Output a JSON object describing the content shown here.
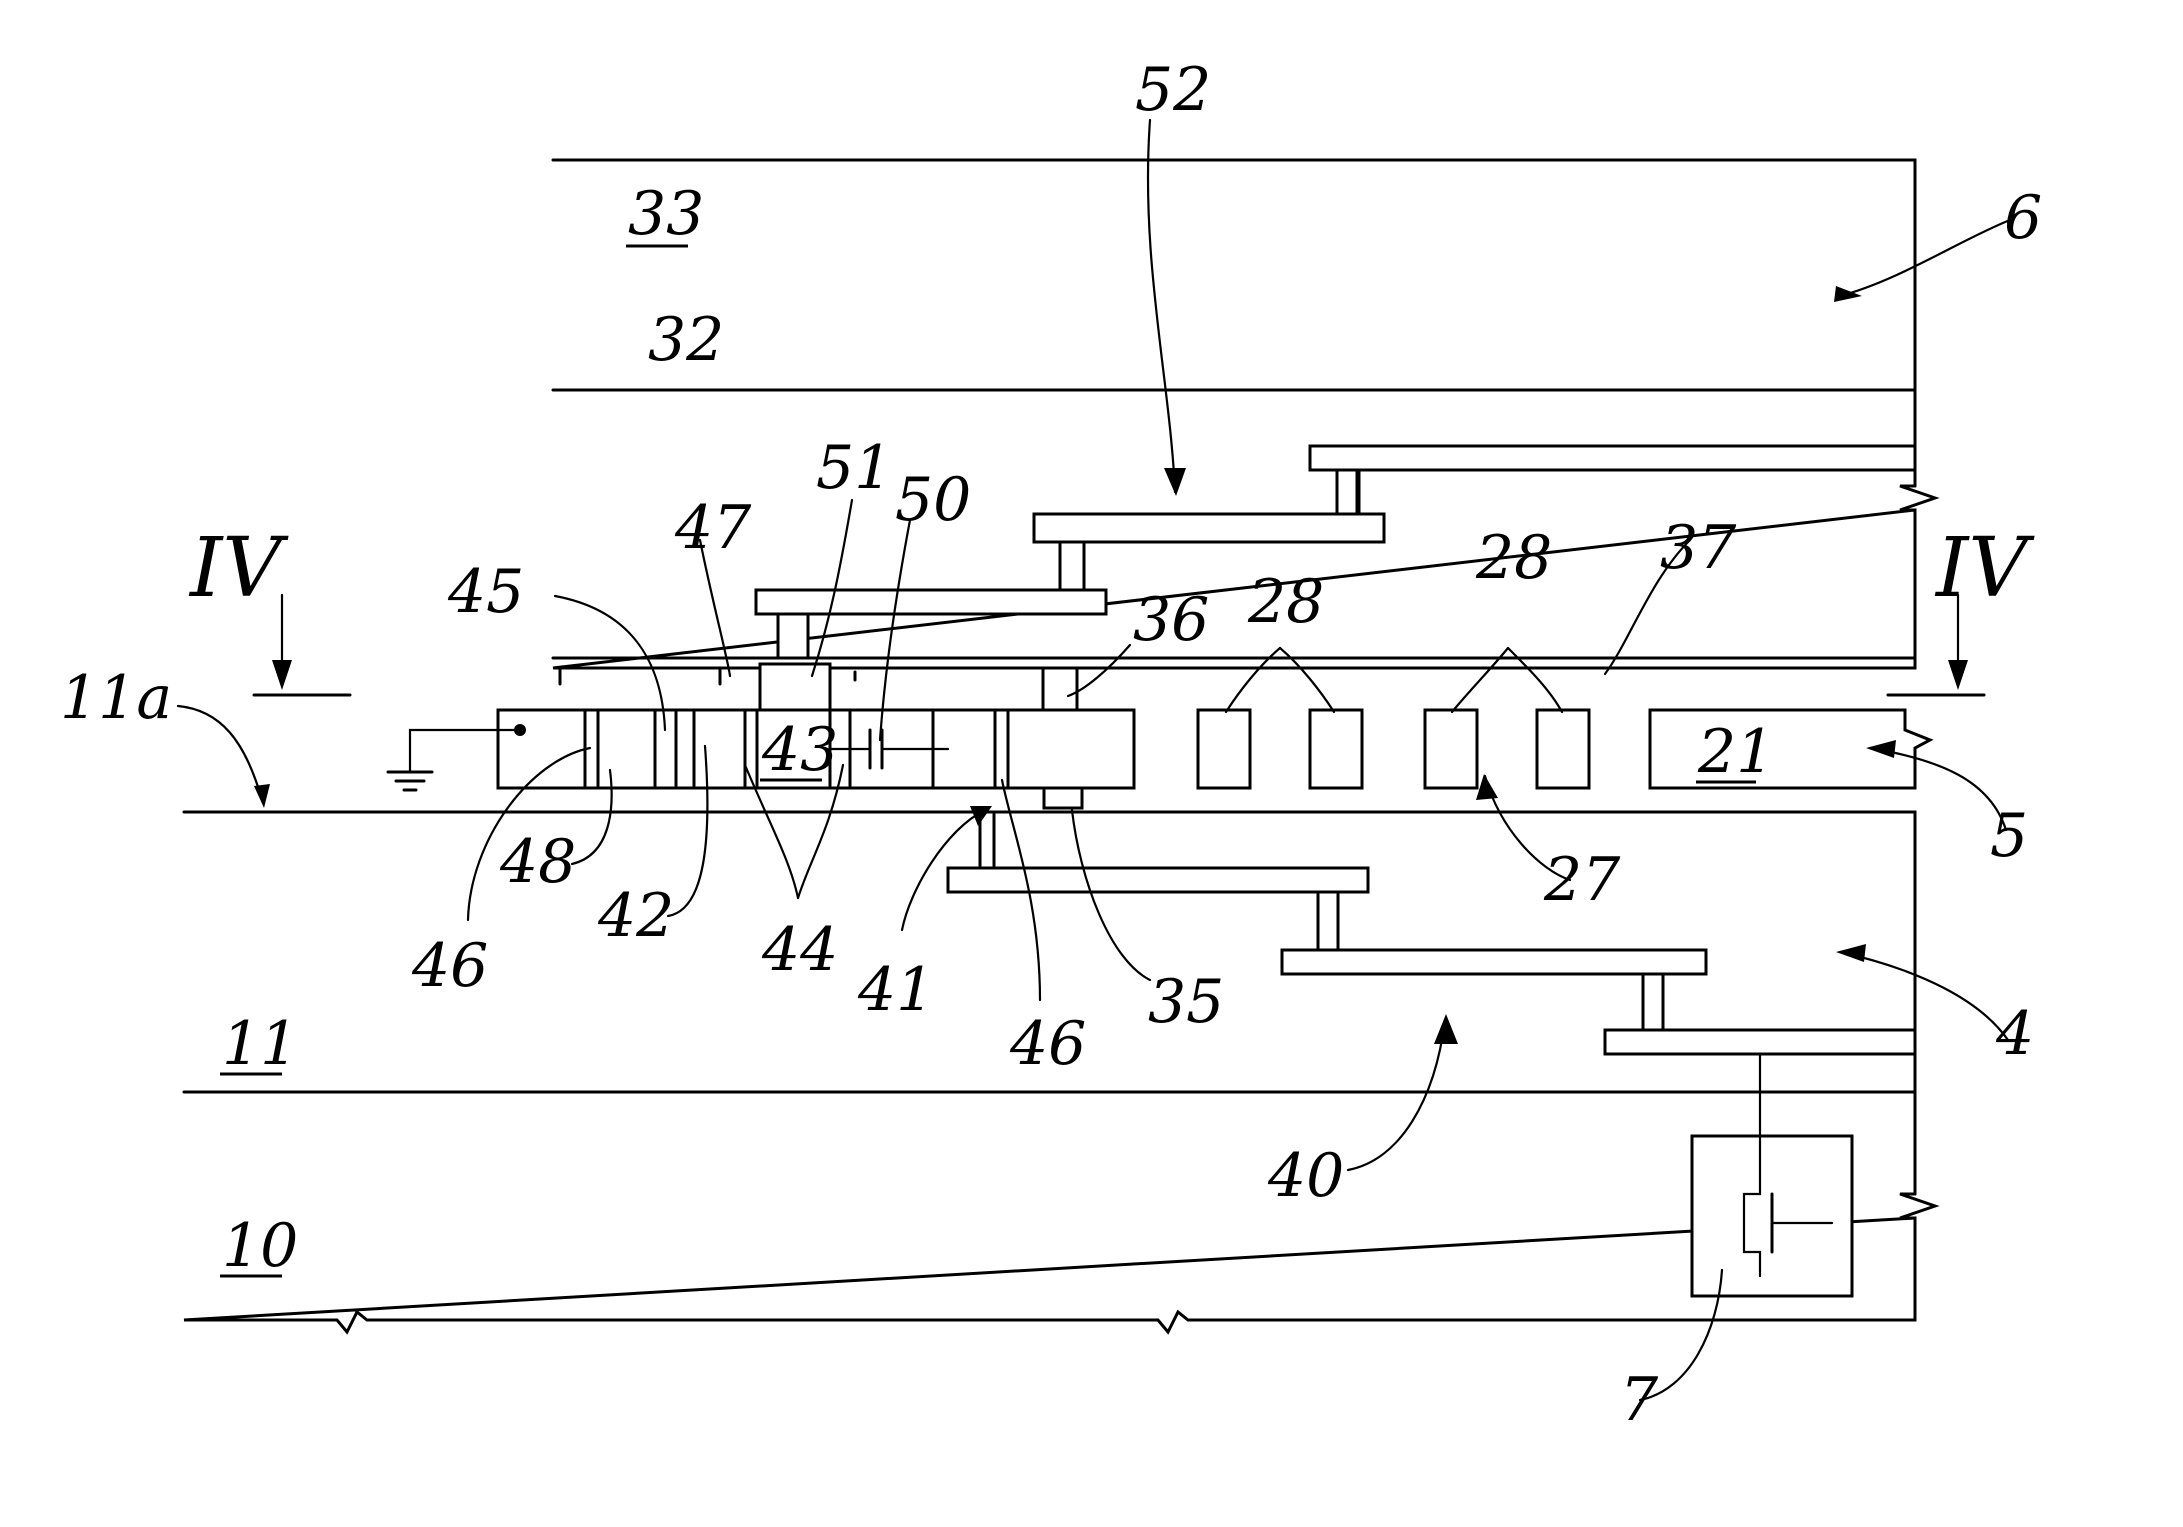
{
  "figure": {
    "labels": {
      "l52": "52",
      "l33": "33",
      "l6": "6",
      "l32": "32",
      "l51": "51",
      "l50": "50",
      "l47": "47",
      "l45": "45",
      "l36": "36",
      "l28a": "28",
      "l28b": "28",
      "l37": "37",
      "lIVleft": "IV",
      "lIVright": "IV",
      "l11a": "11a",
      "l43": "43",
      "l21": "21",
      "l5": "5",
      "l48": "48",
      "l46a": "46",
      "l42": "42",
      "l44": "44",
      "l41": "41",
      "l46b": "46",
      "l35": "35",
      "l27": "27",
      "l4": "4",
      "l11": "11",
      "l40": "40",
      "l10": "10",
      "l7": "7"
    }
  }
}
